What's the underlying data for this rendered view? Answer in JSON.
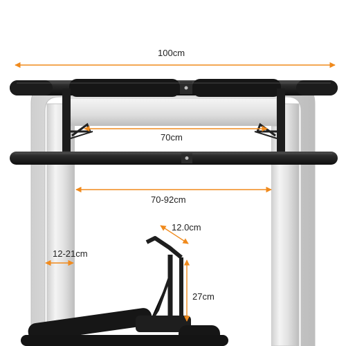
{
  "colors": {
    "dimension_line": "#f08a1c",
    "bar": "#1b1b1b",
    "bar_highlight": "#4a4a4a",
    "door_frame": "#e9e9e9",
    "door_frame_shadow": "#c9c9c9",
    "background": "#ffffff"
  },
  "dimensions": {
    "overall_length": "100cm",
    "inner_width": "70cm",
    "door_width_range": "70-92cm",
    "bracket_depth": "12.0cm",
    "frame_thickness_range": "12-21cm",
    "bracket_height": "27cm"
  }
}
